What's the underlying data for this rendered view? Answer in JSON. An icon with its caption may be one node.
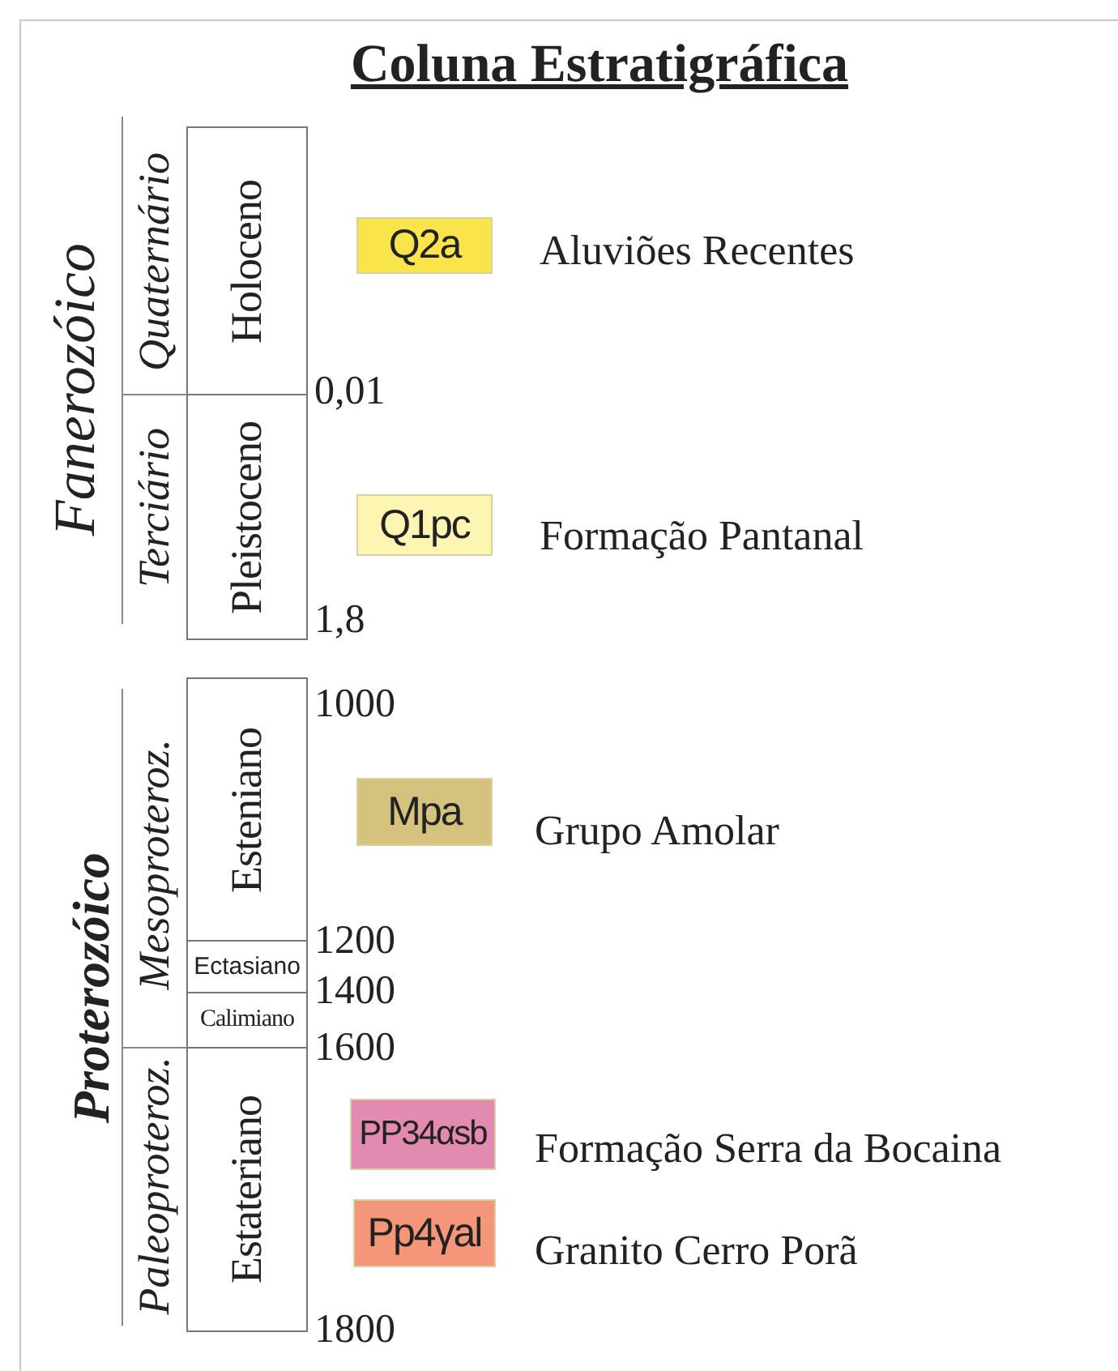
{
  "diagram": {
    "title": "Coluna Estratigráfica",
    "nodes": [
      {
        "text": [
          "Holoceno"
        ]
      },
      {
        "text": [
          "Pleistoceno"
        ]
      },
      {
        "text": [
          "Esteniano"
        ]
      },
      {
        "text": [
          "Ectasiano"
        ]
      },
      {
        "text": [
          "Calimiano"
        ]
      },
      {
        "text": [
          "Estateriano"
        ]
      },
      {
        "text": [
          "Q2a"
        ],
        "beside": [
          "Aluviões Recentes"
        ]
      },
      {
        "text": [
          "Q1pc"
        ],
        "beside": [
          "Formação Pantanal"
        ]
      },
      {
        "text": [
          "Mpa"
        ],
        "beside": [
          "Grupo Amolar"
        ]
      },
      {
        "text": [
          "PP34αsb"
        ],
        "beside": [
          "Formação Serra da Bocaina"
        ]
      },
      {
        "text": [
          "Pp4γal"
        ],
        "beside": [
          "Granito Cerro Porã"
        ]
      }
    ],
    "edges": [],
    "labels": [
      "Fanerozóico",
      "Quaternário",
      "Terciário",
      "0,01",
      "1,8",
      "Proterozóico",
      "Mesoproteroz.",
      "Paleoproteroz.",
      "1000",
      "1200",
      "1400",
      "1600",
      "1800"
    ]
  }
}
